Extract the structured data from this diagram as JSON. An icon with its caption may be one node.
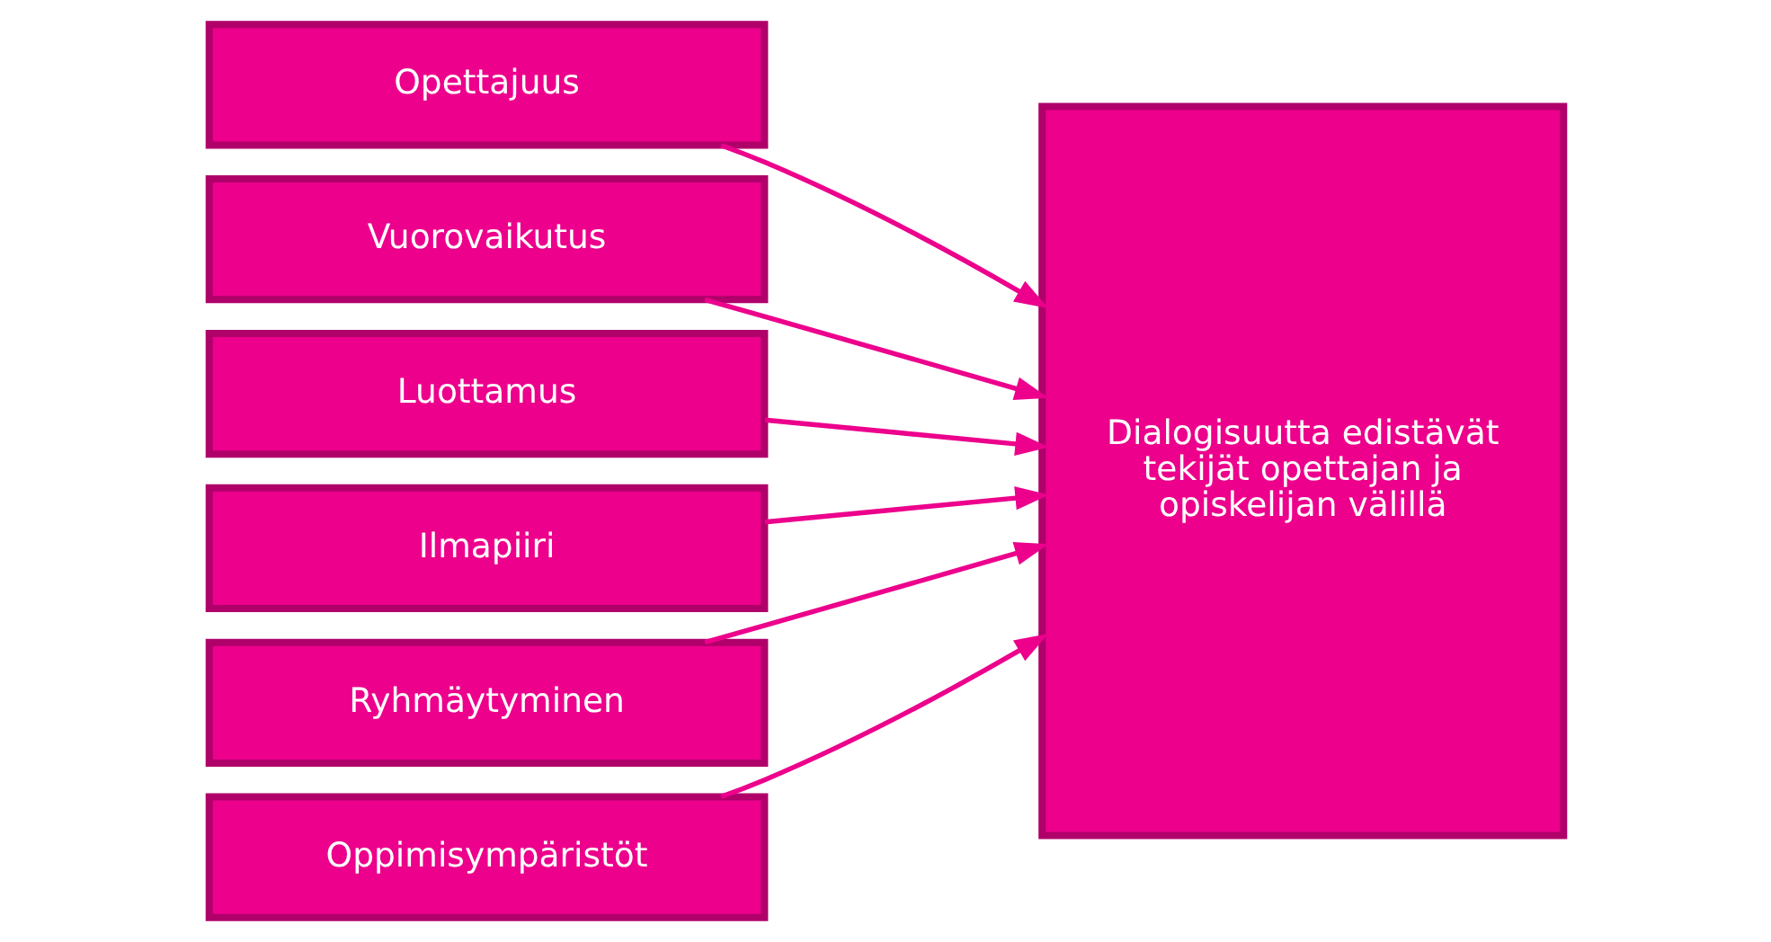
{
  "diagram": {
    "nodes": [
      {
        "text": [
          "Opettajuus"
        ]
      },
      {
        "text": [
          "Vuorovaikutus"
        ]
      },
      {
        "text": [
          "Luottamus"
        ]
      },
      {
        "text": [
          "Ilmapiiri"
        ]
      },
      {
        "text": [
          "Ryhmäytyminen"
        ]
      },
      {
        "text": [
          "Oppimisympäristöt"
        ]
      },
      {
        "text": [
          "Dialogisuutta edistävät tekijät opettajan ja opiskelijan välillä"
        ]
      }
    ],
    "edges": [
      {
        "from": 0,
        "to": 6,
        "arrow": "to"
      },
      {
        "from": 1,
        "to": 6,
        "arrow": "to"
      },
      {
        "from": 2,
        "to": 6,
        "arrow": "to"
      },
      {
        "from": 3,
        "to": 6,
        "arrow": "to"
      },
      {
        "from": 4,
        "to": 6,
        "arrow": "to"
      },
      {
        "from": 5,
        "to": 6,
        "arrow": "to"
      }
    ]
  }
}
